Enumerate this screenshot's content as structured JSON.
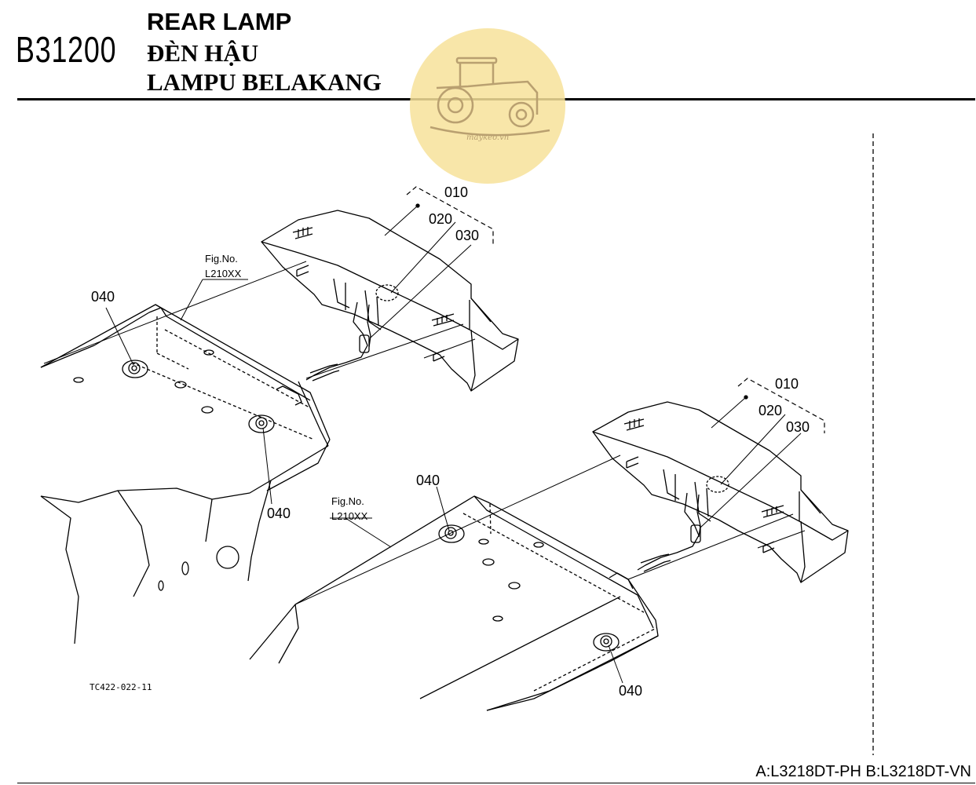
{
  "header": {
    "section_code": "B31200",
    "title_en": "REAR LAMP",
    "title_vi": "ĐÈN HẬU",
    "title_id": "LAMPU BELAKANG"
  },
  "watermark": {
    "text": "maykeo.vn",
    "icon": "tractor-icon",
    "color": "#f7e29a"
  },
  "diagram": {
    "left_assembly": {
      "labels": {
        "p010": "010",
        "p020": "020",
        "p030": "030",
        "p040_a": "040",
        "p040_b": "040",
        "fig_no": "Fig.No.",
        "fig_ref": "L210XX"
      }
    },
    "right_assembly": {
      "labels": {
        "p010": "010",
        "p020": "020",
        "p030": "030",
        "p040_a": "040",
        "p040_b": "040",
        "fig_no": "Fig.No.",
        "fig_ref": "L210XX"
      }
    },
    "drawing_code": "TC422-022-11"
  },
  "footer": {
    "models": "A:L3218DT-PH B:L3218DT-VN"
  }
}
